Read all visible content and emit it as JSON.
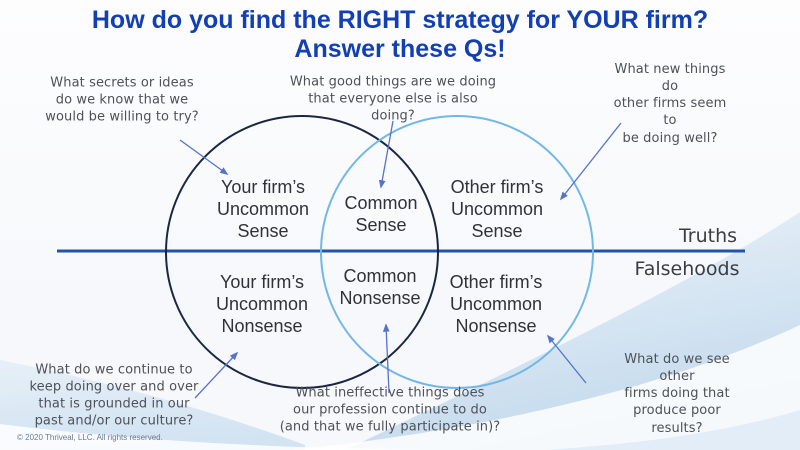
{
  "slide": {
    "title_line1": "How do you find the RIGHT strategy for YOUR firm?",
    "title_line2": "Answer these Qs!"
  },
  "axis_labels": {
    "above_line": "Truths",
    "below_line": "Falsehoods"
  },
  "venn_regions": {
    "left_top": "Your firm’s\nUncommon\nSense",
    "middle_top": "Common\nSense",
    "right_top": "Other firm’s\nUncommon\nSense",
    "left_bottom": "Your firm’s\nUncommon\nNonsense",
    "middle_bottom": "Common\nNonsense",
    "right_bottom": "Other firm’s\nUncommon\nNonsense"
  },
  "questions": {
    "top_left": "What secrets or ideas\ndo we know that we\nwould be willing to try?",
    "top_middle": "What good things are we doing\nthat everyone else is also\ndoing?",
    "top_right": "What new things do\nother firms seem to\nbe doing well?",
    "bottom_left": "What do we continue to\nkeep doing over and over\nthat is grounded in our\npast and/or our culture?",
    "bottom_middle": "What ineffective things does\nour profession continue to do\n(and that we fully participate in)?",
    "bottom_right": "What do we see other\nfirms doing that\nproduce poor results?"
  },
  "footer": {
    "copyright": "© 2020 Thriveal, LLC. All rights reserved."
  },
  "colors": {
    "title": "#1240b2",
    "left_circle": "#1b2742",
    "right_circle": "#72b7e6",
    "divider": "#2155a4",
    "arrow": "#5673c8",
    "annotation_text": "#4d5158",
    "region_text": "#2f3237",
    "axis_text": "#3a3d44",
    "copyright_text": "#6b7a8d"
  }
}
